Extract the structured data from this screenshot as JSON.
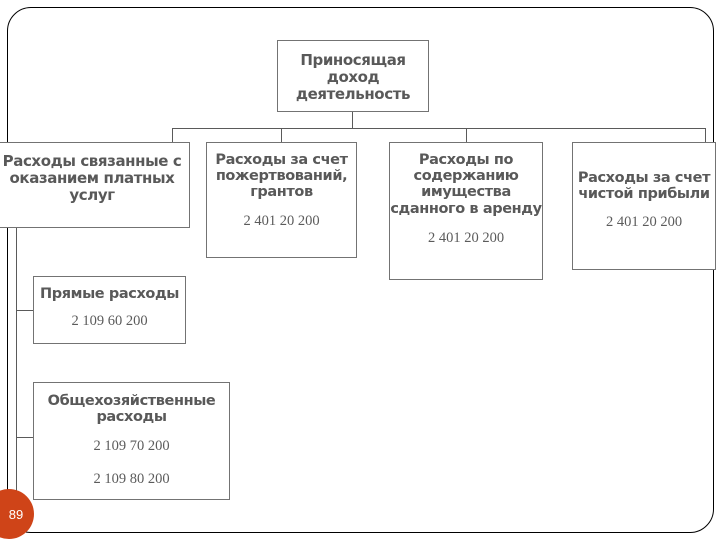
{
  "page": {
    "number": "89"
  },
  "diagram": {
    "type": "org-chart",
    "root": {
      "title": "Приносящая доход\nдеятельность",
      "title_lines": [
        "Приносящая доход",
        "деятельность"
      ]
    },
    "level2": [
      {
        "id": "paid-services",
        "title_lines": [
          "Расходы связанные с",
          "оказанием платных",
          "услуг"
        ],
        "codes": []
      },
      {
        "id": "donations-grants",
        "title_lines": [
          "Расходы за счет",
          "пожертвований,",
          "грантов"
        ],
        "codes": [
          "2 401 20 200"
        ]
      },
      {
        "id": "rented-property",
        "title_lines": [
          "Расходы по",
          "содержанию",
          "имущества",
          "сданного в аренду"
        ],
        "codes": [
          "2 401 20 200"
        ]
      },
      {
        "id": "net-profit",
        "title_lines": [
          "Расходы за счет",
          "чистой прибыли"
        ],
        "codes": [
          "2 401 20 200"
        ]
      }
    ],
    "level3": [
      {
        "id": "direct-costs",
        "title_lines": [
          "Прямые расходы"
        ],
        "codes": [
          "2 109 60 200"
        ]
      },
      {
        "id": "overhead-costs",
        "title_lines": [
          "Общехозяйственные",
          "расходы"
        ],
        "codes": [
          "2 109 70 200",
          "2 109 80 200"
        ]
      }
    ]
  },
  "colors": {
    "box_border": "#737373",
    "title_text": "#595959",
    "code_text": "#5b5b5b",
    "connector": "#5a5a5a",
    "frame": "#000000",
    "badge_bg": "#cf4418",
    "badge_text": "#ffffff"
  }
}
